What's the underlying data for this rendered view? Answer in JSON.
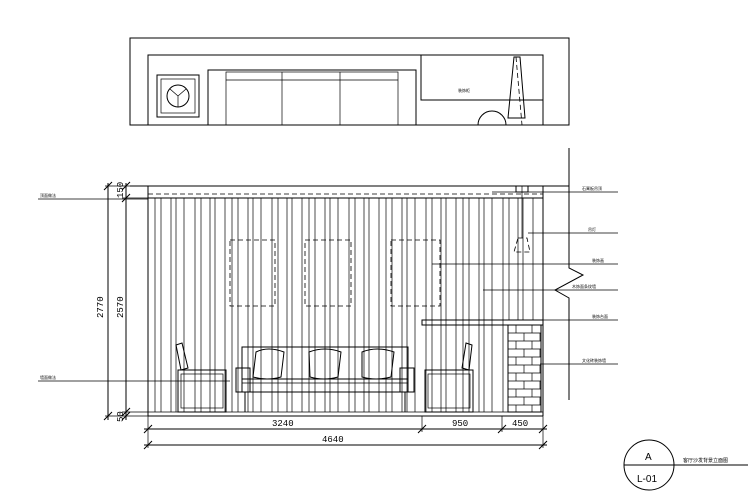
{
  "dimensions": {
    "total_height": "2770",
    "wall_height": "2570",
    "top_segment": "150",
    "bottom_segment": "50",
    "seg_left": "3240",
    "seg_mid": "950",
    "seg_right": "450",
    "total_width": "4640"
  },
  "plan": {
    "label": "装饰柜"
  },
  "annotations_left": [
    "顶面做法",
    "墙面做法"
  ],
  "annotations_right": [
    "石膏板吊顶",
    "吊灯",
    "装饰画",
    "木饰面条纹墙",
    "装饰台面",
    "文化砖装饰墙"
  ],
  "title_block": {
    "title": "客厅沙发背景立面图",
    "tag_letter": "A",
    "tag_sheet": "L-01"
  }
}
